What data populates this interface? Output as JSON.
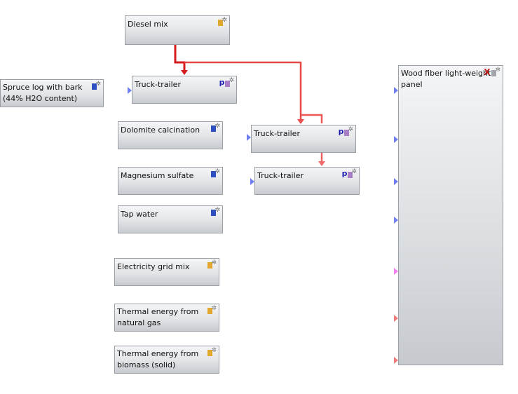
{
  "nodes": {
    "diesel_mix": {
      "label": "Diesel mix",
      "icon": "plan-gold-icon"
    },
    "truck_1": {
      "label": "Truck-trailer",
      "badge": "p",
      "icon": "process-purple-icon"
    },
    "spruce_log": {
      "label": "Spruce log with bark\n(44% H2O content)",
      "icon": "flow-blue-icon"
    },
    "dolomite": {
      "label": "Dolomite calcination",
      "icon": "flow-blue-icon"
    },
    "truck_2": {
      "label": "Truck-trailer",
      "badge": "p",
      "icon": "process-purple-icon"
    },
    "magnesium": {
      "label": "Magnesium sulfate",
      "icon": "flow-blue-icon"
    },
    "truck_3": {
      "label": "Truck-trailer",
      "badge": "p",
      "icon": "process-purple-icon"
    },
    "tap_water": {
      "label": "Tap water",
      "icon": "flow-blue-icon"
    },
    "electricity": {
      "label": "Electricity grid mix",
      "icon": "plan-gold-icon"
    },
    "thermal_gas": {
      "label": "Thermal energy from\nnatural gas",
      "icon": "plan-gold-icon"
    },
    "thermal_biomass": {
      "label": "Thermal energy from\nbiomass (solid)",
      "icon": "plan-gold-icon"
    },
    "wood_fiber": {
      "label": "Wood fiber light-weight\npanel",
      "badge": "X",
      "icon": "process-gray-icon"
    }
  },
  "colors": {
    "blue_start": "#1a1aa8",
    "blue_end": "#6f7ff0",
    "red_start": "#cc1010",
    "red_end": "#f07a7a",
    "magenta_start": "#c020c8",
    "magenta_end": "#f080f0"
  }
}
